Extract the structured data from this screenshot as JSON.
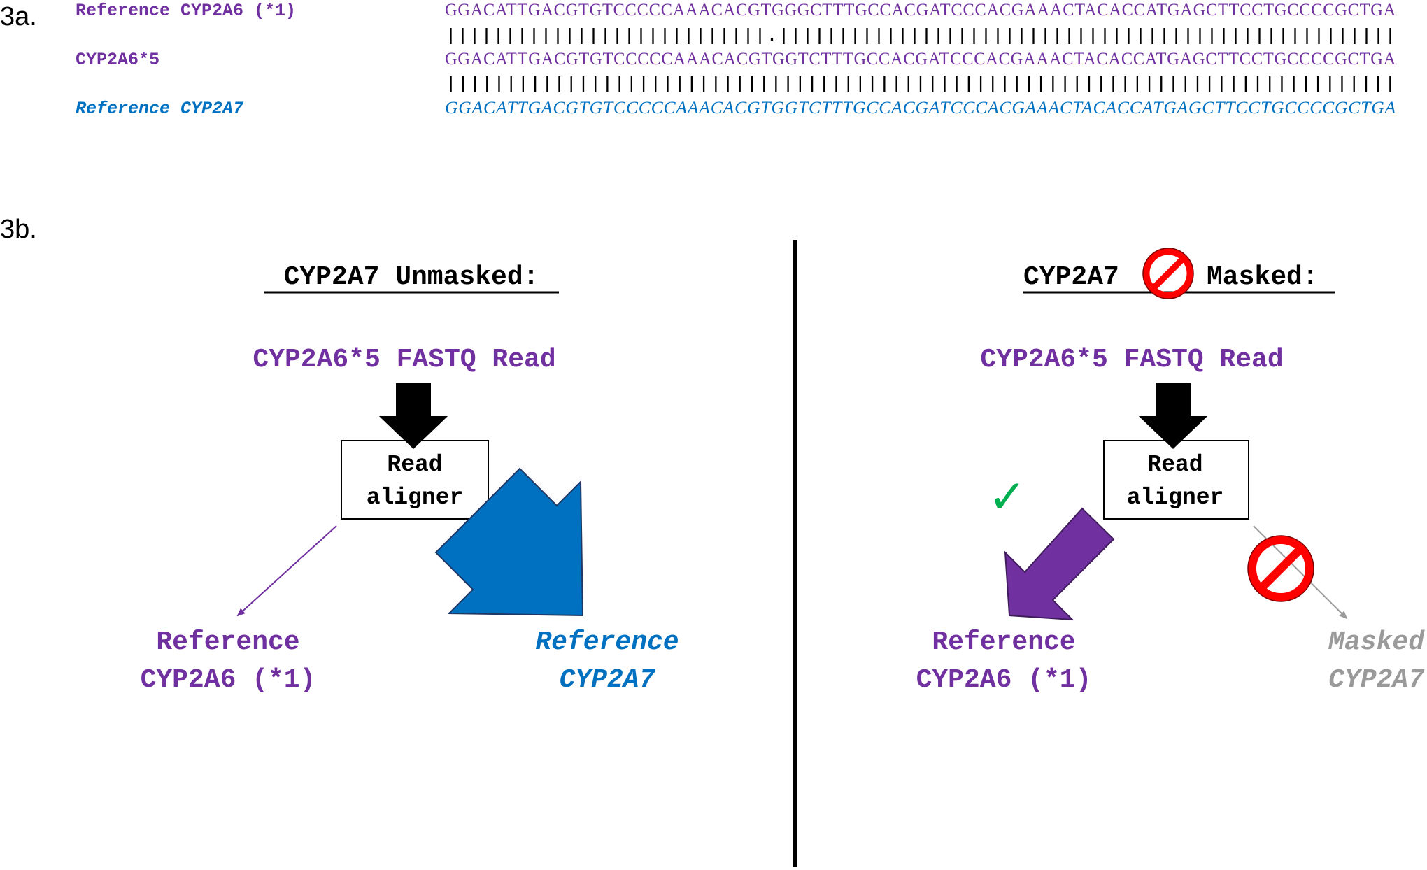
{
  "colors": {
    "purple": "#7030A0",
    "blue": "#0070C0",
    "gray": "#9A9A9A",
    "black": "#000000",
    "red": "#FF0000",
    "green": "#00B050"
  },
  "panel_a": {
    "label": "3a.",
    "rows": [
      {
        "label": "Reference CYP2A6 (*1)",
        "sequence": "GGACATTGACGTGTCCCCCAAACACGTGGGCTTTGCCACGATCCCACGAAACTACACCATGAGCTTCCTGCCCCGCTGA"
      },
      {
        "match_line": "|||||||||||||||||||||||||||.||||||||||||||||||||||||||||||||||||||||||||||||||||"
      },
      {
        "label": "CYP2A6*5",
        "sequence": "GGACATTGACGTGTCCCCCAAACACGTGGTCTTTGCCACGATCCCACGAAACTACACCATGAGCTTCCTGCCCCGCTGA"
      },
      {
        "match_line": "|||||||||||||||||||||||||||||||||||||||||||||||||||||||||||||||||||||||||||||||"
      },
      {
        "label": "Reference CYP2A7",
        "sequence": "GGACATTGACGTGTCCCCCAAACACGTGGTCTTTGCCACGATCCCACGAAACTACACCATGAGCTTCCTGCCCCGCTGA"
      }
    ]
  },
  "panel_b": {
    "label": "3b.",
    "left": {
      "heading": "CYP2A7 Unmasked:",
      "read": "CYP2A6*5 FASTQ Read",
      "aligner_line1": "Read",
      "aligner_line2": "aligner",
      "target_left_line1": "Reference",
      "target_left_line2": "CYP2A6 (*1)",
      "target_right_line1": "Reference",
      "target_right_line2": "CYP2A7",
      "icons": [
        "down-arrow",
        "thin-arrow",
        "wide-arrow"
      ]
    },
    "right": {
      "heading_part1": "CYP2A7",
      "heading_part2": "Masked:",
      "read": "CYP2A6*5 FASTQ Read",
      "aligner_line1": "Read",
      "aligner_line2": "aligner",
      "check_mark": "✓",
      "target_left_line1": "Reference",
      "target_left_line2": "CYP2A6 (*1)",
      "target_right_line1": "Masked",
      "target_right_line2": "CYP2A7",
      "icons": [
        "prohibition-icon",
        "check-icon",
        "down-arrow",
        "wide-arrow",
        "thin-arrow"
      ]
    }
  }
}
